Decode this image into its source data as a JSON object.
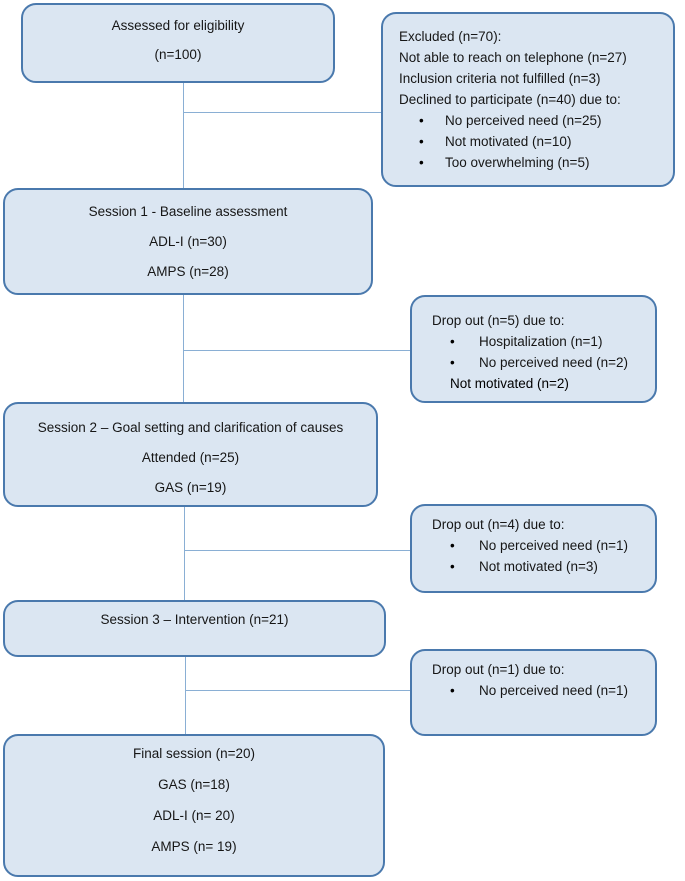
{
  "diagram": {
    "icons": {
      "bullet": "•"
    },
    "colors": {
      "box_fill": "#dbe6f2",
      "box_border": "#4a79ad",
      "connector": "#8aafd4",
      "text": "#161616"
    },
    "boxes": {
      "assessed": {
        "lines": [
          "Assessed for eligibility",
          "(n=100)"
        ]
      },
      "excluded": {
        "lines": [
          "Excluded (n=70):",
          "Not able to reach on telephone (n=27)",
          "Inclusion criteria not fulfilled (n=3)",
          "Declined to participate (n=40) due to:"
        ],
        "bullets": [
          "No perceived need (n=25)",
          "Not motivated (n=10)",
          "Too overwhelming (n=5)"
        ]
      },
      "session1": {
        "lines": [
          "Session 1 - Baseline assessment",
          "ADL-I (n=30)",
          "AMPS (n=28)"
        ]
      },
      "dropout1": {
        "title": "Drop out (n=5) due to:",
        "bullets": [
          "Hospitalization (n=1)",
          "No perceived need (n=2)",
          "Not motivated (n=2)"
        ]
      },
      "session2": {
        "lines": [
          "Session 2 – Goal setting and clarification of causes",
          "Attended (n=25)",
          "GAS (n=19)"
        ]
      },
      "dropout2": {
        "title": "Drop out (n=4) due to:",
        "bullets": [
          "No perceived need (n=1)",
          "Not motivated (n=3)"
        ]
      },
      "session3": {
        "lines": [
          "Session 3 – Intervention (n=21)"
        ]
      },
      "dropout3": {
        "title": "Drop out (n=1) due to:",
        "bullets": [
          "No perceived need (n=1)"
        ]
      },
      "final": {
        "lines": [
          "Final session (n=20)",
          "GAS (n=18)",
          "ADL-I (n= 20)",
          "AMPS (n= 19)"
        ]
      }
    }
  }
}
